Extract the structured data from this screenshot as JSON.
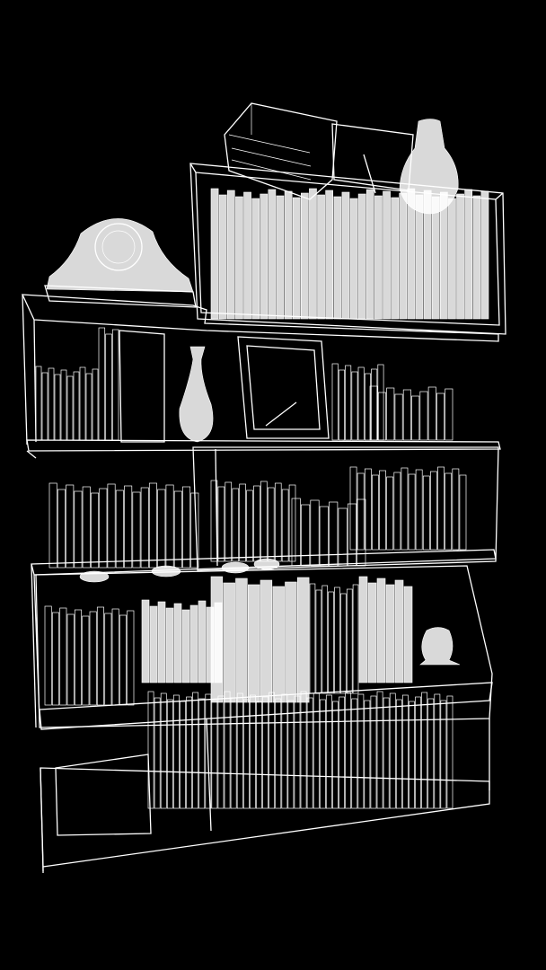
{
  "scene": {
    "background": "#000000",
    "stroke": "#ffffff",
    "style": "wireframe",
    "objects": [
      "bookshelf",
      "books",
      "mantel-clock",
      "vase",
      "picture-frame",
      "bowls",
      "lantern",
      "candle-holder"
    ]
  }
}
